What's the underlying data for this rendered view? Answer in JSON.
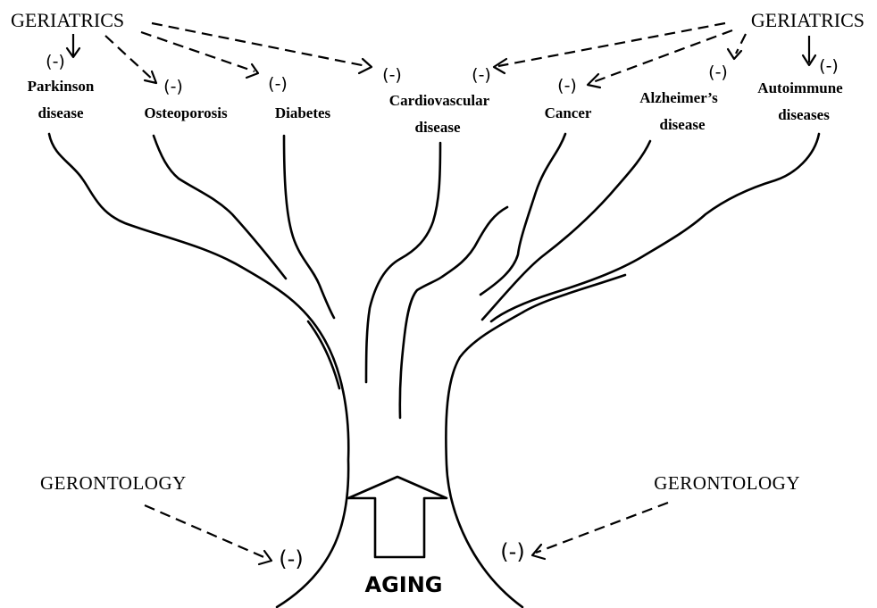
{
  "geriatrics": {
    "left_label": "GERIATRICS",
    "right_label": "GERIATRICS"
  },
  "gerontology": {
    "left_label": "GERONTOLOGY",
    "right_label": "GERONTOLOGY",
    "left_effect": "(-)",
    "right_effect": "(-)"
  },
  "diseases": [
    {
      "line1": "Parkinson",
      "line2": "disease",
      "effect": "(-)"
    },
    {
      "line1": "Osteoporosis",
      "line2": "",
      "effect": "(-)"
    },
    {
      "line1": "Diabetes",
      "line2": "",
      "effect": "(-)"
    },
    {
      "line1": "Cardiovascular",
      "line2": "disease",
      "effect": "(-)"
    },
    {
      "line1": "Cancer",
      "line2": "",
      "effect": "(-)"
    },
    {
      "line1": "Alzheimer’s",
      "line2": "disease",
      "effect": "(-)"
    },
    {
      "line1": "Autoimmune",
      "line2": "diseases",
      "effect": "(-)"
    }
  ],
  "trunk": {
    "label": "AGING"
  }
}
